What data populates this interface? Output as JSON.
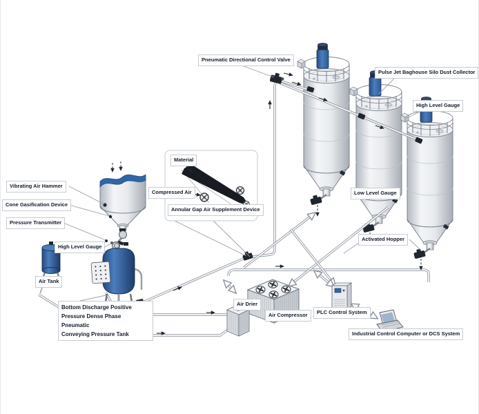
{
  "colors": {
    "vessel_blue": "#2f5fa8",
    "vessel_blue_dark": "#1d3354",
    "silo_gray": "#e9ebee",
    "pipe_gray": "#8a9099",
    "label_border": "#c6cbd1",
    "label_text": "#141b2b",
    "fitting_black": "#20262e",
    "background": "#ffffff"
  },
  "labels": {
    "pneumatic_valve": "Pneumatic Directional Control Valve",
    "pulse_jet": "Pulse Jet Baghouse Silo Dust Collector",
    "high_level_right": "High Level Gauge",
    "vibrating_hammer": "Vibrating Air Hammer",
    "cone_gasification": "Cone Gasification Device",
    "pressure_transmitter": "Pressure Transmitter",
    "high_level_left": "High Level Gauge",
    "air_tank": "Air Tank",
    "material": "Material",
    "compressed_air": "Compressed Air",
    "annular_gap": "Annular Gap Air Supplement Device",
    "low_level": "Low Level Gauge",
    "activated_hopper": "Activated Hopper",
    "pressure_tank_line1": "Bottom Discharge Positive",
    "pressure_tank_line2": "Pressure Dense Phase Pneumatic",
    "pressure_tank_line3": "Conveying Pressure Tank",
    "air_drier": "Air Drier",
    "air_compressor": "Air Compressor",
    "plc": "PLC Control System",
    "dcs": "Industrial Control Computer or DCS System"
  },
  "components": [
    "feed-hopper",
    "pressure-tank",
    "air-tank",
    "silo-1",
    "silo-2",
    "silo-3",
    "pneumatic-directional-valve",
    "annular-gap-device",
    "air-compressor",
    "air-drier",
    "plc-cabinet",
    "industrial-computer"
  ]
}
